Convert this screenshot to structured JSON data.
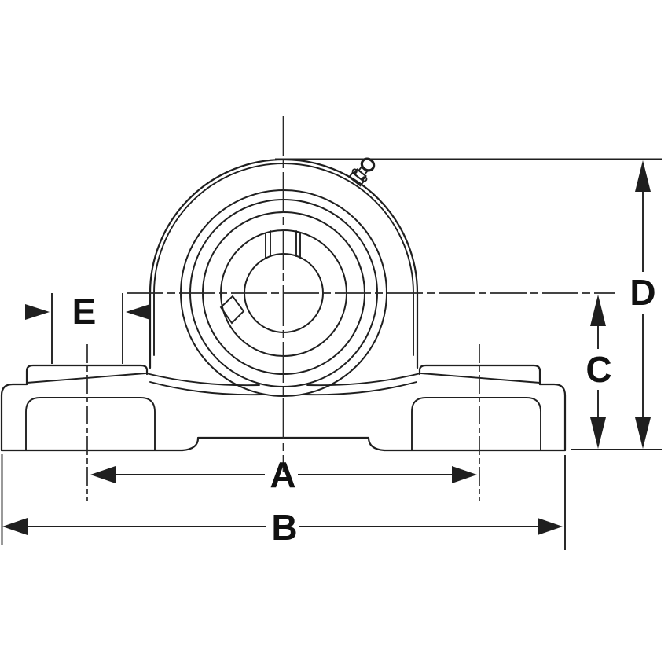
{
  "drawing": {
    "kind": "pillow-block-bearing-front-view-dimension-diagram",
    "labels": {
      "a": "A",
      "b": "B",
      "c": "C",
      "d": "D",
      "e": "E"
    },
    "colors": {
      "background": "#ffffff",
      "line": "#1f1f1f",
      "label": "#111111"
    }
  }
}
